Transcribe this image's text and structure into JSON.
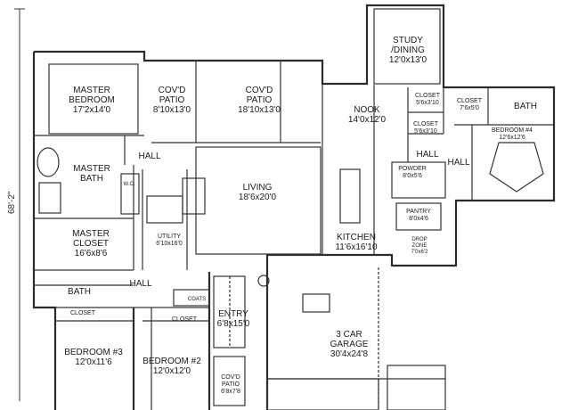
{
  "overall_dimension": "68'-2\"",
  "rooms": {
    "master_bedroom": {
      "name": "MASTER\nBEDROOM",
      "size": "17'2x14'0"
    },
    "covd_patio_1": {
      "name": "COV'D\nPATIO",
      "size": "8'10x13'0"
    },
    "covd_patio_2": {
      "name": "COV'D\nPATIO",
      "size": "18'10x13'0"
    },
    "study": {
      "name": "STUDY\n/DINING",
      "size": "12'0x13'0"
    },
    "nook": {
      "name": "NOOK",
      "size": "14'0x12'0"
    },
    "closet_a": {
      "name": "CLOSET",
      "size": "5'6x3'10"
    },
    "closet_b": {
      "name": "CLOSET",
      "size": "7'6x5'0"
    },
    "closet_c": {
      "name": "CLOSET",
      "size": "5'6x3'10"
    },
    "bath_4": {
      "name": "BATH"
    },
    "bedroom_4": {
      "name": "BEDROOM #4",
      "size": "12'6x12'6"
    },
    "hall_a": {
      "name": "HALL"
    },
    "hall_b": {
      "name": "HALL"
    },
    "hall_c": {
      "name": "HALL"
    },
    "hall_d": {
      "name": "HALL"
    },
    "master_bath": {
      "name": "MASTER\nBATH"
    },
    "wc": {
      "name": "W.C."
    },
    "living": {
      "name": "LIVING",
      "size": "18'6x20'0"
    },
    "powder": {
      "name": "POWDER",
      "size": "8'0x5'6"
    },
    "pantry": {
      "name": "PANTRY",
      "size": "8'0x4'6"
    },
    "master_closet": {
      "name": "MASTER\nCLOSET",
      "size": "16'6x8'6"
    },
    "utility": {
      "name": "UTILITY",
      "size": "6'10x16'0"
    },
    "kitchen": {
      "name": "KITCHEN",
      "size": "11'6x16'10"
    },
    "drop_zone": {
      "name": "DROP\nZONE",
      "size": "7'0x6'2"
    },
    "bath_lower": {
      "name": "BATH"
    },
    "coats": {
      "name": "COATS"
    },
    "closet_d": {
      "name": "CLOSET"
    },
    "closet_e": {
      "name": "CLOSET"
    },
    "entry": {
      "name": "ENTRY",
      "size": "6'8x15'0"
    },
    "garage": {
      "name": "3 CAR\nGARAGE",
      "size": "30'4x24'8"
    },
    "bedroom_3": {
      "name": "BEDROOM #3",
      "size": "12'0x11'6"
    },
    "bedroom_2": {
      "name": "BEDROOM #2",
      "size": "12'0x12'0"
    },
    "covd_patio_3": {
      "name": "COV'D\nPATIO",
      "size": "6'8x7'8"
    }
  }
}
